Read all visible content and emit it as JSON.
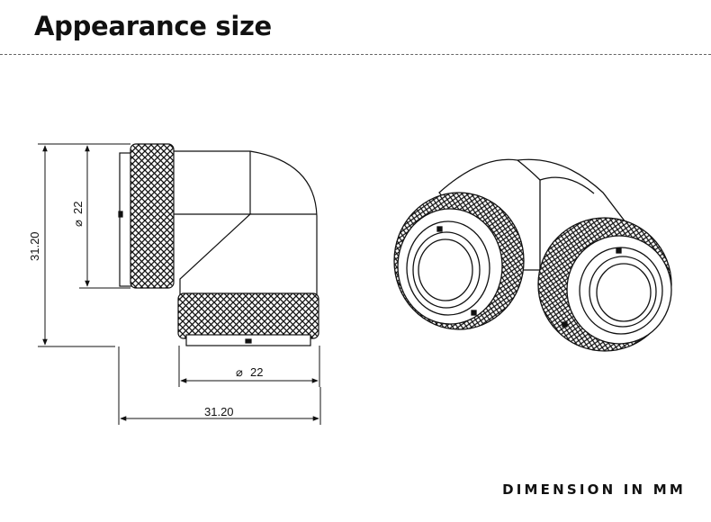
{
  "header": {
    "title": "Appearance size"
  },
  "dimensions": {
    "height_label": "31.20",
    "width_label": "31.20",
    "diameter_vertical": "22",
    "diameter_horizontal": "22",
    "diameter_symbol": "⌀"
  },
  "footer": {
    "note": "DIMENSION IN MM"
  }
}
